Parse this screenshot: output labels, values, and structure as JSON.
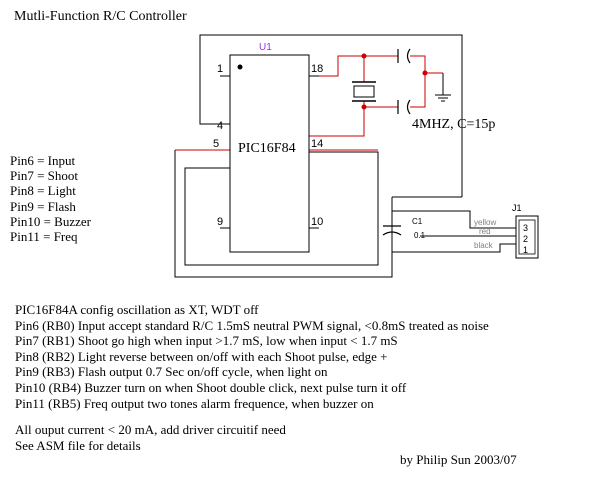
{
  "title": "Mutli-Function R/C Controller",
  "chip": {
    "ref": "U1",
    "name": "PIC16F84",
    "pins": {
      "p1": "1",
      "p4": "4",
      "p5": "5",
      "p9": "9",
      "p18": "18",
      "p14": "14",
      "p10": "10"
    }
  },
  "crystal_label": "4MHZ, C=15p",
  "capacitor": {
    "ref": "C1",
    "value": "0.1"
  },
  "connector": {
    "ref": "J1",
    "pins": [
      "3",
      "2",
      "1"
    ],
    "wires": [
      "yellow",
      "red",
      "black"
    ]
  },
  "pin_map": [
    "Pin6 = Input",
    "Pin7 = Shoot",
    "Pin8 = Light",
    "Pin9 = Flash",
    "Pin10 = Buzzer",
    "Pin11 = Freq"
  ],
  "notes": [
    "PIC16F84A config oscillation as XT, WDT off",
    "Pin6 (RB0) Input accept standard R/C 1.5mS neutral PWM signal, <0.8mS treated as noise",
    "Pin7 (RB1) Shoot go high when input >1.7 mS, low when input < 1.7 mS",
    "Pin8 (RB2) Light reverse between on/off with each Shoot pulse, edge +",
    "Pin9 (RB3) Flash output 0.7 Sec on/off cycle, when light on",
    "Pin10 (RB4) Buzzer turn on when Shoot double click, next pulse turn it off",
    "Pin11 (RB5) Freq output two tones alarm frequence, when buzzer on"
  ],
  "notes_footer": [
    "All ouput current < 20 mA, add driver circuitif need",
    "See ASM file for details"
  ],
  "author": "by Philip Sun 2003/07",
  "colors": {
    "wire": "#000000",
    "wire_highlight": "#cc0000",
    "ref_label": "#9933cc",
    "net_label": "#808080"
  }
}
